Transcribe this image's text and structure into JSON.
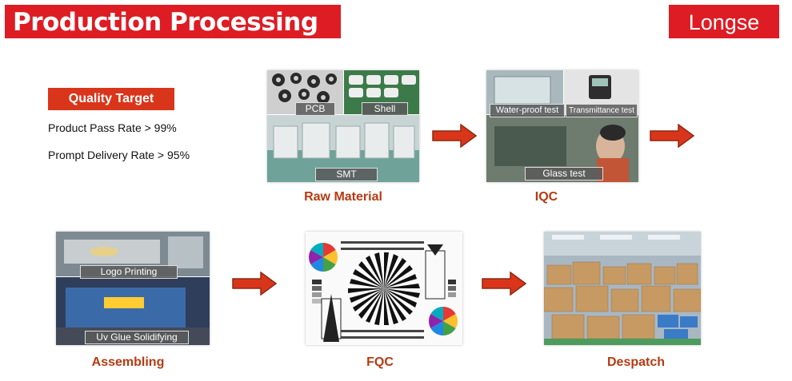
{
  "header": {
    "title": "Production Processing",
    "logo": "Longse"
  },
  "quality": {
    "badge": "Quality Target",
    "lines": [
      "Product Pass Rate > 99%",
      "Prompt Delivery Rate > 95%"
    ]
  },
  "steps": [
    {
      "label": "Raw Material",
      "tags": [
        "PCB",
        "Shell",
        "SMT"
      ]
    },
    {
      "label": "IQC",
      "tags": [
        "Water-proof test",
        "Transmittance test",
        "Glass test"
      ]
    },
    {
      "label": "Assembling",
      "tags": [
        "Logo Printing",
        "Uv Glue Solidifying"
      ]
    },
    {
      "label": "FQC",
      "tags": []
    },
    {
      "label": "Despatch",
      "tags": []
    }
  ],
  "colors": {
    "brand": "#dd1c24",
    "badge": "#d9351b",
    "step_label": "#b63a12",
    "arrow": "#d9351b",
    "arrow_border": "#8e2a10"
  }
}
